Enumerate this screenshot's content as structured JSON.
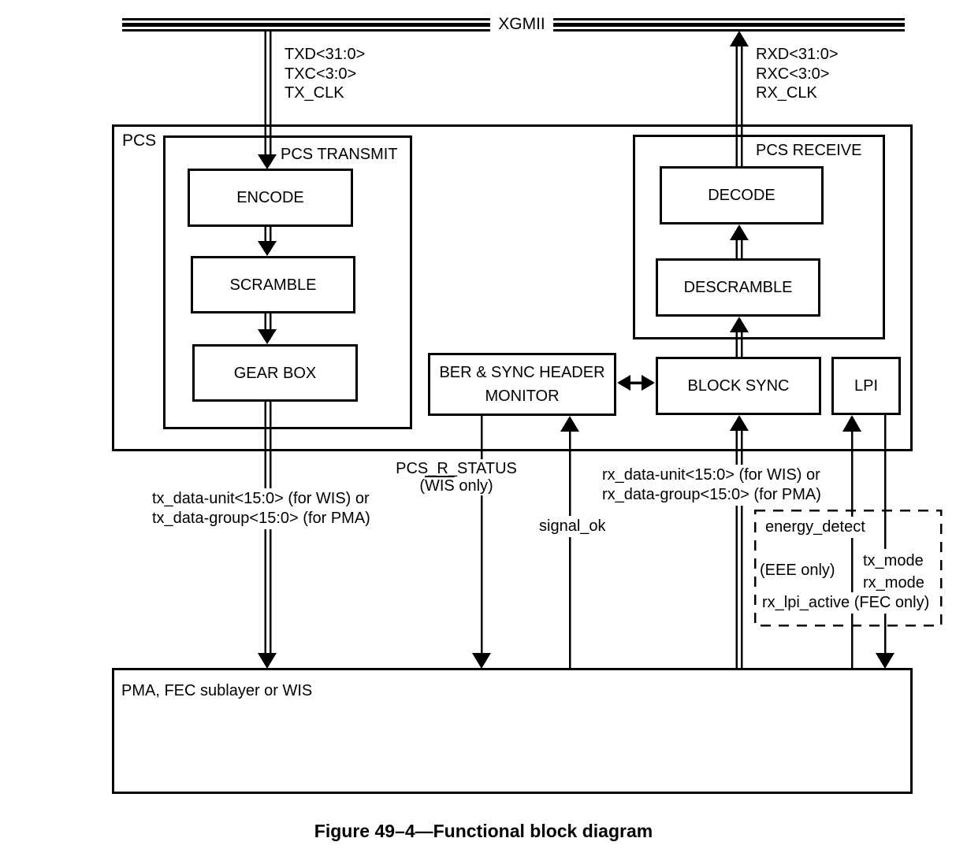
{
  "figure": {
    "caption": "Figure 49–4—Functional block diagram"
  },
  "bus": {
    "label": "XGMII"
  },
  "interface_signals": {
    "tx": [
      "TXD<31:0>",
      "TXC<3:0>",
      "TX_CLK"
    ],
    "rx": [
      "RXD<31:0>",
      "RXC<3:0>",
      "RX_CLK"
    ]
  },
  "blocks": {
    "pcs_label": "PCS",
    "pcs_transmit_label": "PCS TRANSMIT",
    "encode": "ENCODE",
    "scramble": "SCRAMBLE",
    "gear_box": "GEAR BOX",
    "pcs_receive_label": "PCS RECEIVE",
    "decode": "DECODE",
    "descramble": "DESCRAMBLE",
    "ber_monitor_line1": "BER & SYNC HEADER",
    "ber_monitor_line2": "MONITOR",
    "block_sync": "BLOCK SYNC",
    "lpi": "LPI",
    "pma": "PMA, FEC sublayer or WIS"
  },
  "service_signals": {
    "tx_data_line1": "tx_data-unit<15:0> (for WIS) or",
    "tx_data_line2": "tx_data-group<15:0> (for PMA)",
    "pcs_r_status": "PCS_R_STATUS",
    "pcs_r_status_note_pre": "(",
    "pcs_r_status_note_overline": "WIS",
    "pcs_r_status_note_post": " only)",
    "signal_ok": "signal_ok",
    "rx_data_line1": "rx_data-unit<15:0> (for WIS) or",
    "rx_data_line2": "rx_data-group<15:0> (for PMA)",
    "energy_detect": "energy_detect",
    "eee_only": "(EEE only)",
    "tx_mode": "tx_mode",
    "rx_mode": "rx_mode",
    "rx_lpi_active": "rx_lpi_active (FEC only)"
  },
  "colors": {
    "line": "#000000",
    "background": "#ffffff",
    "text": "#000000"
  }
}
